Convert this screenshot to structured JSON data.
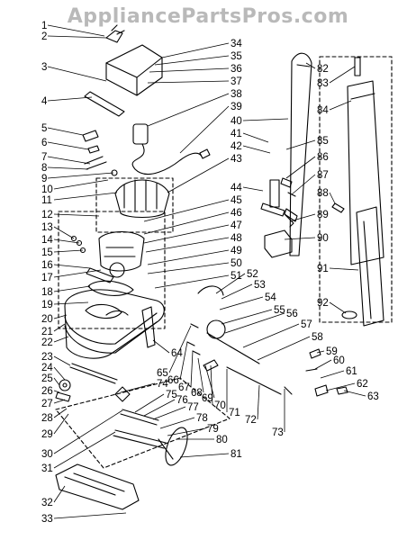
{
  "watermark": "AppliancePartsPros.com",
  "colors": {
    "line": "#000000",
    "watermark": "#b9b9b9",
    "background": "#ffffff"
  },
  "callouts": [
    "1",
    "2",
    "3",
    "4",
    "5",
    "6",
    "7",
    "8",
    "9",
    "10",
    "11",
    "12",
    "13",
    "14",
    "15",
    "16",
    "17",
    "18",
    "19",
    "20",
    "21",
    "22",
    "23",
    "24",
    "25",
    "26",
    "27",
    "28",
    "29",
    "30",
    "31",
    "32",
    "33",
    "34",
    "35",
    "36",
    "37",
    "38",
    "39",
    "40",
    "41",
    "42",
    "43",
    "44",
    "45",
    "46",
    "47",
    "48",
    "49",
    "50",
    "51",
    "52",
    "53",
    "54",
    "55",
    "56",
    "57",
    "58",
    "59",
    "60",
    "61",
    "62",
    "63",
    "64",
    "65",
    "66",
    "67",
    "68",
    "69",
    "70",
    "71",
    "72",
    "73",
    "74",
    "75",
    "76",
    "77",
    "78",
    "79",
    "80",
    "81",
    "82",
    "83",
    "84",
    "85",
    "86",
    "87",
    "88",
    "89",
    "90",
    "91",
    "92"
  ]
}
